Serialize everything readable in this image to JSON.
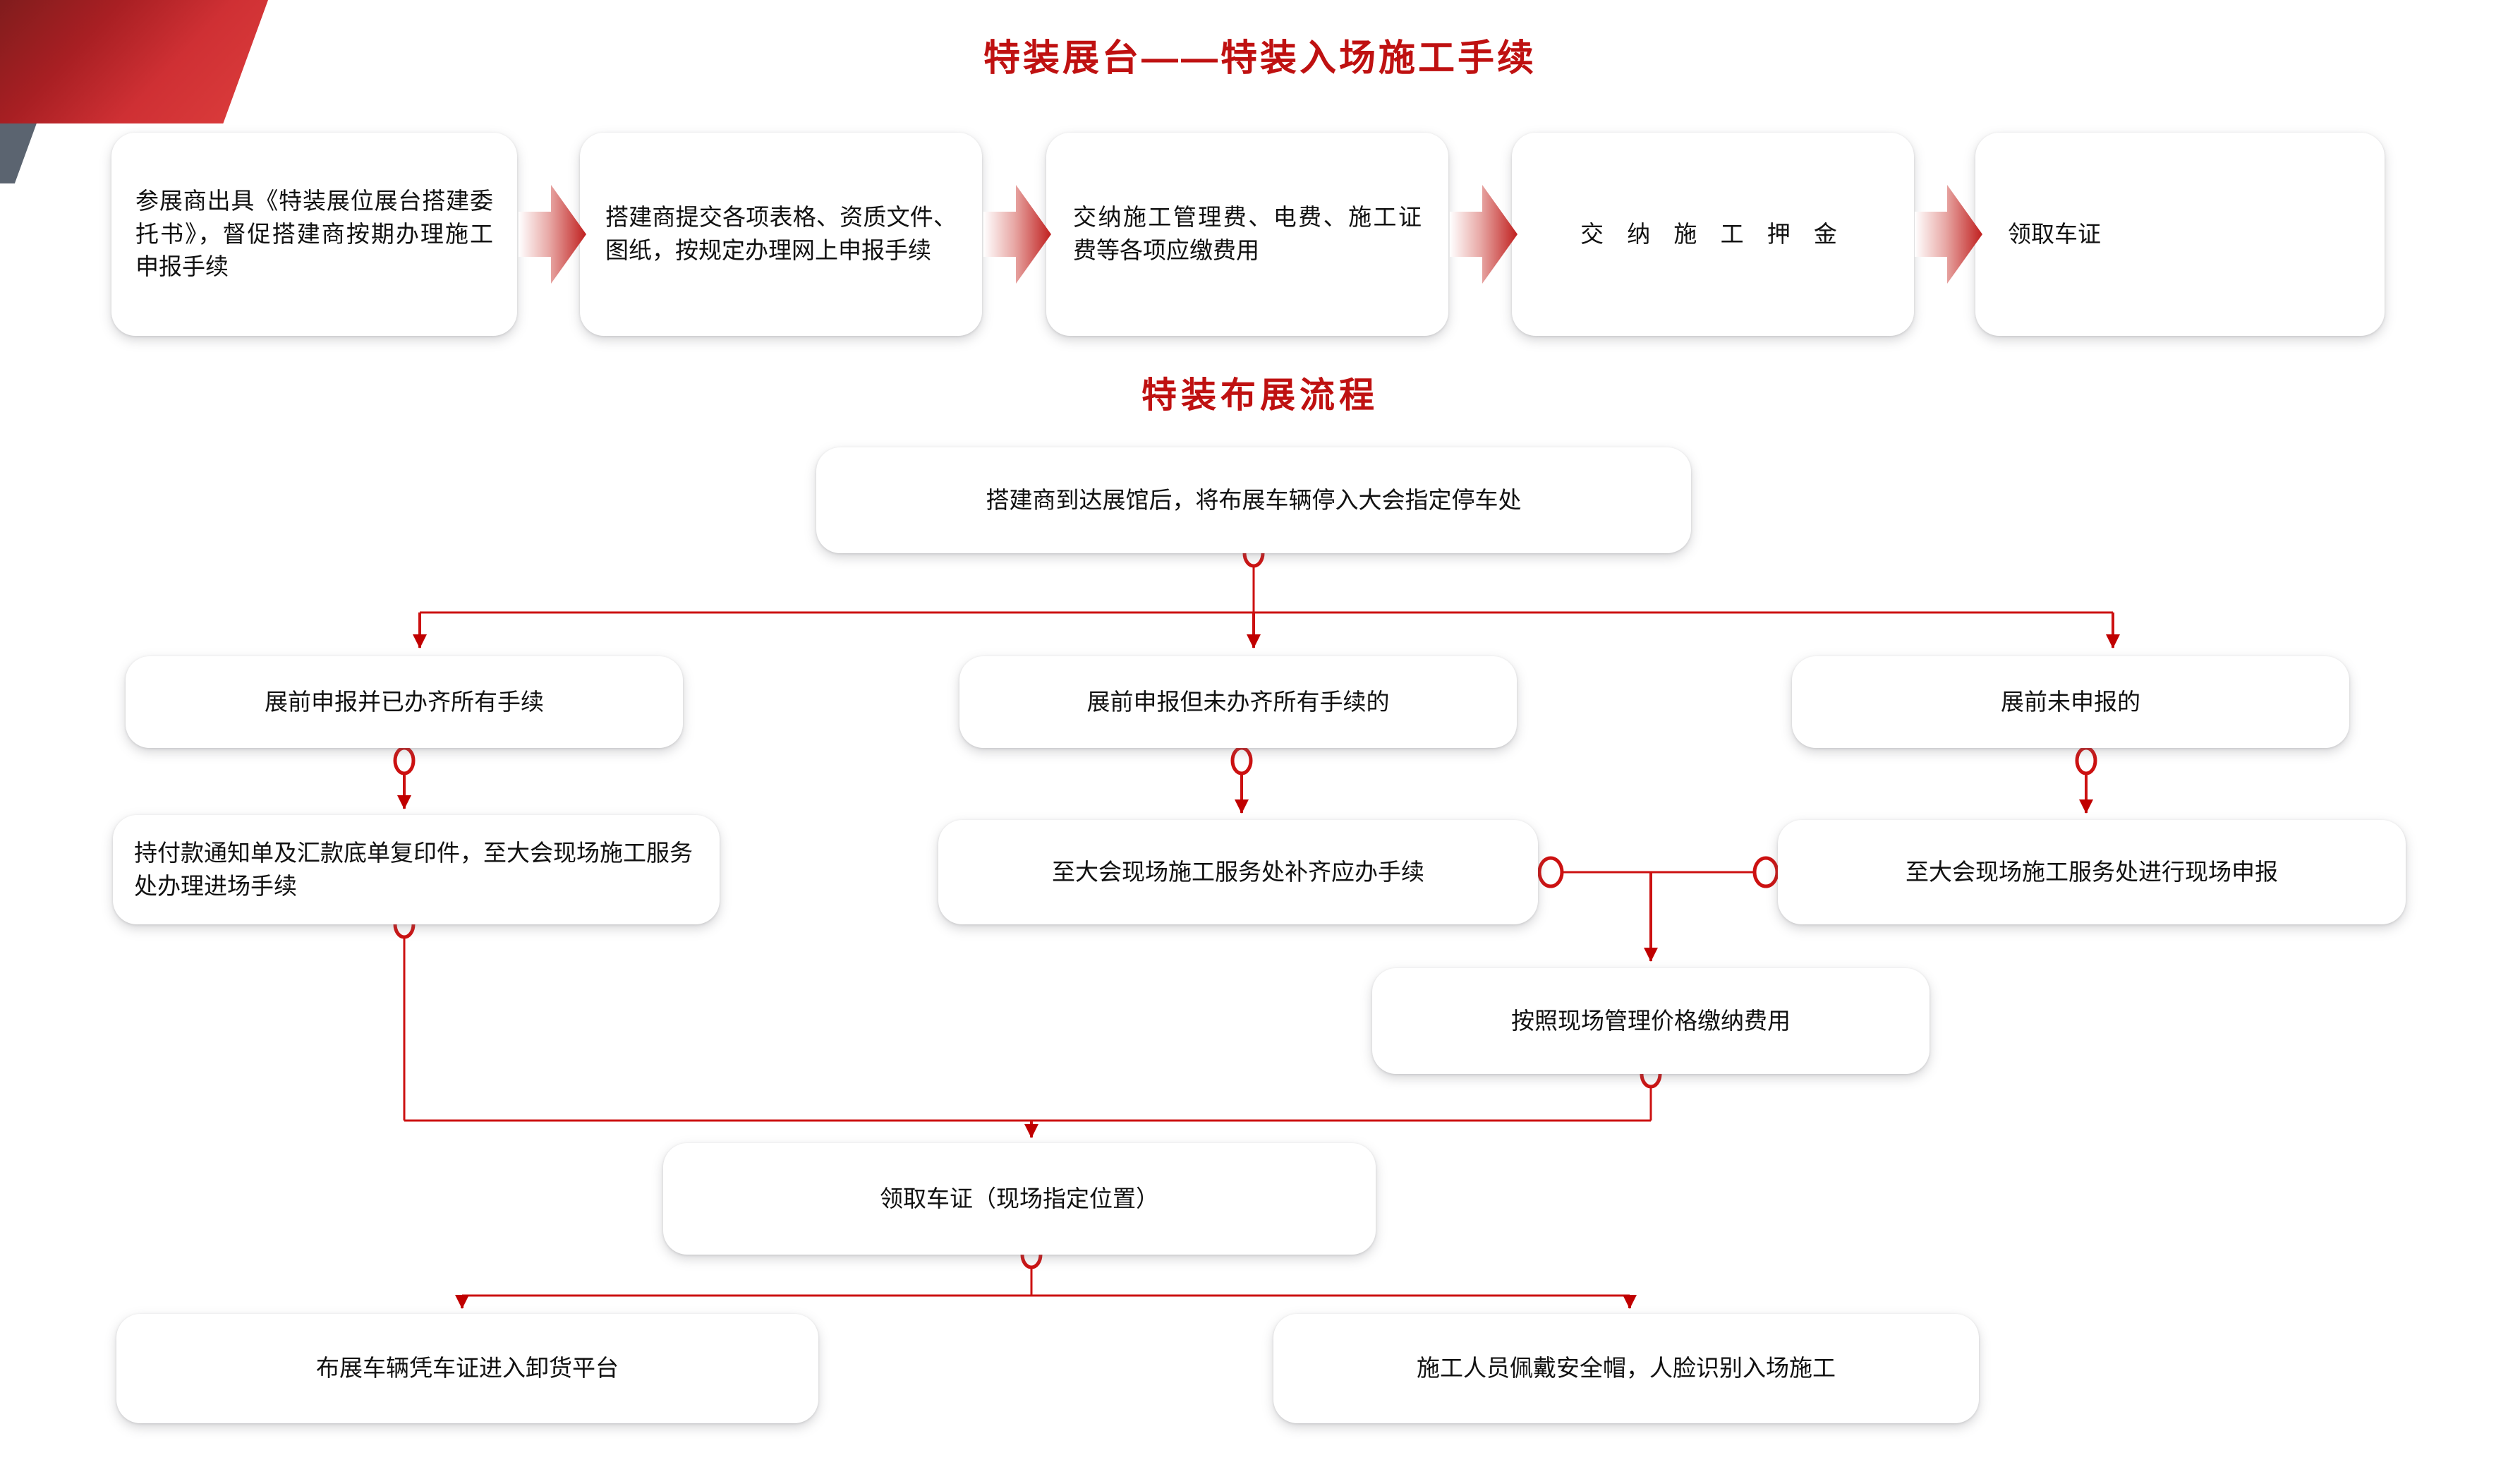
{
  "page": {
    "accent_red": "#bf1111",
    "line_red": "#cc1111",
    "arrow_red": "#c00000",
    "text_color": "#111111",
    "background": "#ffffff"
  },
  "section1": {
    "title": "特装展台——特装入场施工手续",
    "steps": [
      {
        "id": "s1-1",
        "text": "参展商出具《特装展位展台搭建委托书》，督促搭建商按期办理施工申报手续"
      },
      {
        "id": "s1-2",
        "text": "搭建商提交各项表格、资质文件、图纸，按规定办理网上申报手续"
      },
      {
        "id": "s1-3",
        "text": "交纳施工管理费、电费、施工证费等各项应缴费用"
      },
      {
        "id": "s1-4",
        "text": "交 纳 施 工 押 金"
      },
      {
        "id": "s1-5",
        "text": "领取车证"
      }
    ],
    "arrow_count": 4
  },
  "section2": {
    "title": "特装布展流程",
    "nodes": {
      "start": "搭建商到达展馆后，将布展车辆停入大会指定停车处",
      "branch_left": "展前申报并已办齐所有手续",
      "branch_mid": "展前申报但未办齐所有手续的",
      "branch_right": "展前未申报的",
      "left_action": "持付款通知单及汇款底单复印件，至大会现场施工服务处办理进场手续",
      "mid_action": "至大会现场施工服务处补齐应办手续",
      "right_action": "至大会现场施工服务处进行现场申报",
      "pay_onsite": "按照现场管理价格缴纳费用",
      "get_pass": "领取车证（现场指定位置）",
      "end_left": "布展车辆凭车证进入卸货平台",
      "end_right": "施工人员佩戴安全帽，人脸识别入场施工"
    }
  },
  "chart_data": {
    "type": "diagram",
    "title": "特装展台施工手续与布展流程图",
    "flows": [
      {
        "name": "特装展台——特装入场施工手续",
        "layout": "horizontal-chevron",
        "sequence": [
          "参展商出具《特装展位展台搭建委托书》，督促搭建商按期办理施工申报手续",
          "搭建商提交各项表格、资质文件、图纸，按规定办理网上申报手续",
          "交纳施工管理费、电费、施工证费等各项应缴费用",
          "交 纳 施 工 押 金",
          "领取车证"
        ]
      },
      {
        "name": "特装布展流程",
        "layout": "tree",
        "edges": [
          {
            "from": "搭建商到达展馆后，将布展车辆停入大会指定停车处",
            "to": "展前申报并已办齐所有手续"
          },
          {
            "from": "搭建商到达展馆后，将布展车辆停入大会指定停车处",
            "to": "展前申报但未办齐所有手续的"
          },
          {
            "from": "搭建商到达展馆后，将布展车辆停入大会指定停车处",
            "to": "展前未申报的"
          },
          {
            "from": "展前申报并已办齐所有手续",
            "to": "持付款通知单及汇款底单复印件，至大会现场施工服务处办理进场手续"
          },
          {
            "from": "展前申报但未办齐所有手续的",
            "to": "至大会现场施工服务处补齐应办手续"
          },
          {
            "from": "展前未申报的",
            "to": "至大会现场施工服务处进行现场申报"
          },
          {
            "from": "至大会现场施工服务处补齐应办手续",
            "to": "按照现场管理价格缴纳费用"
          },
          {
            "from": "至大会现场施工服务处进行现场申报",
            "to": "按照现场管理价格缴纳费用"
          },
          {
            "from": "持付款通知单及汇款底单复印件，至大会现场施工服务处办理进场手续",
            "to": "领取车证（现场指定位置）"
          },
          {
            "from": "按照现场管理价格缴纳费用",
            "to": "领取车证（现场指定位置）"
          },
          {
            "from": "领取车证（现场指定位置）",
            "to": "布展车辆凭车证进入卸货平台"
          },
          {
            "from": "领取车证（现场指定位置）",
            "to": "施工人员佩戴安全帽，人脸识别入场施工"
          }
        ]
      }
    ]
  }
}
